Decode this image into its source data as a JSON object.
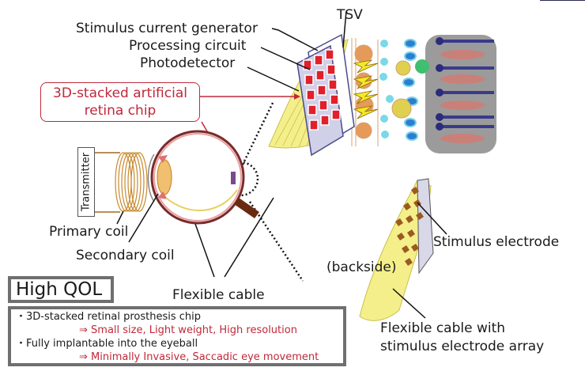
{
  "labels": {
    "stimulus_current_generator": "Stimulus current generator",
    "processing_circuit": "Processing circuit",
    "photodetector": "Photodetector",
    "tsv": "TSV",
    "chip_callout_line1": "3D-stacked artificial",
    "chip_callout_line2": "retina chip",
    "transmitter": "Transmitter",
    "primary_coil": "Primary coil",
    "secondary_coil": "Secondary coil",
    "flexible_cable": "Flexible cable",
    "stimulus_electrode": "Stimulus electrode",
    "backside": "(backside)",
    "flex_cable_array_line1": "Flexible cable with",
    "flex_cable_array_line2": "stimulus electrode array"
  },
  "qol": {
    "title": "High QOL",
    "items": [
      {
        "point": "・3D-stacked retinal prosthesis chip",
        "benefit": "⇒ Small size, Light weight, High resolution"
      },
      {
        "point": "・Fully implantable into the eyeball",
        "benefit": "⇒ Minimally Invasive, Saccadic eye movement"
      }
    ]
  },
  "colors": {
    "accent_red": "#c0283a",
    "cable_yellow": "#f4ef8a",
    "chip_red": "#e0202a",
    "frame_gray": "#6f6f6f"
  }
}
